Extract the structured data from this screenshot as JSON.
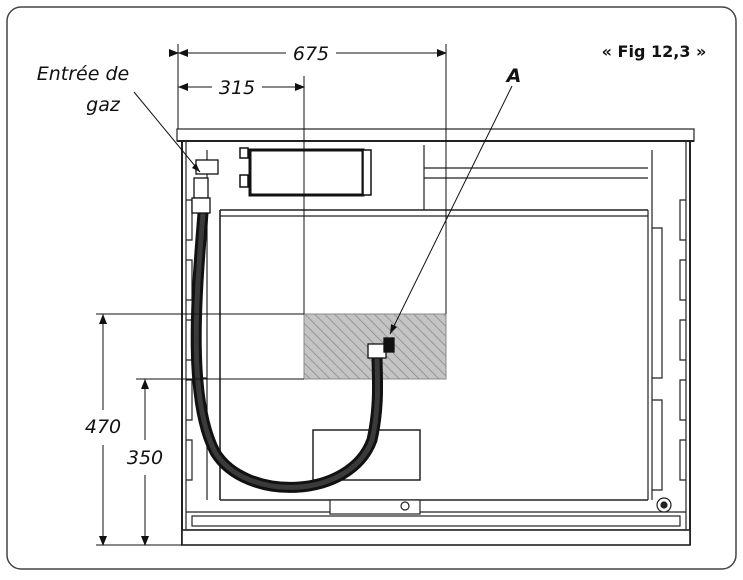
{
  "figure": {
    "label": "« Fig 12,3 »"
  },
  "labels": {
    "gas_inlet_line1": "Entrée de",
    "gas_inlet_line2": "gaz",
    "point_a": "A"
  },
  "dimensions": {
    "width_total": "675",
    "width_partial": "315",
    "height_total": "470",
    "height_partial": "350"
  }
}
